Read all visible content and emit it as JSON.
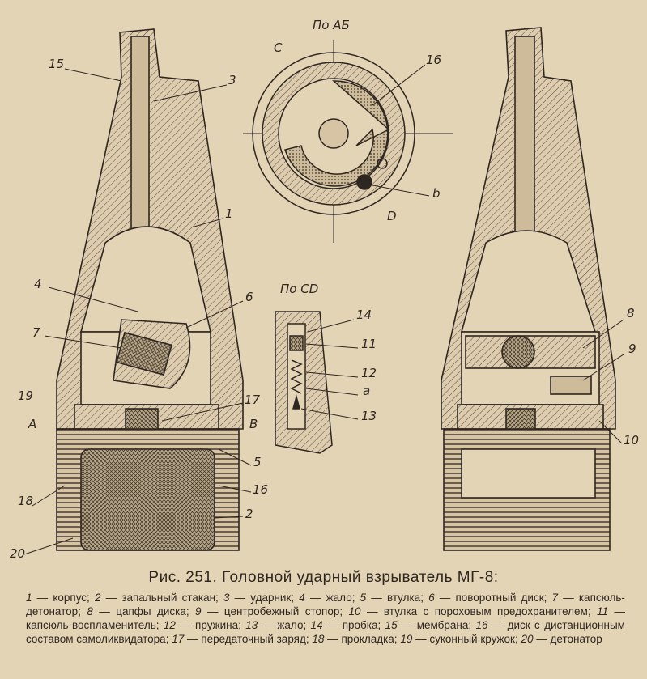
{
  "figure": {
    "view_ab": "По АБ",
    "view_cd": "По CD",
    "left_labels": [
      "15",
      "3",
      "1",
      "4",
      "6",
      "7",
      "19",
      "A",
      "17",
      "B",
      "5",
      "16",
      "18",
      "2",
      "20"
    ],
    "center_labels": [
      "C",
      "16",
      "b",
      "D"
    ],
    "cd_labels": [
      "14",
      "11",
      "12",
      "a",
      "13"
    ],
    "right_labels": [
      "8",
      "9",
      "10"
    ]
  },
  "caption": {
    "title": "Рис. 251. Головной ударный взрыватель МГ-8:",
    "items": [
      {
        "n": "1",
        "t": "корпус;"
      },
      {
        "n": "2",
        "t": "запальный стакан;"
      },
      {
        "n": "3",
        "t": "ударник;"
      },
      {
        "n": "4",
        "t": "жало;"
      },
      {
        "n": "5",
        "t": "втулка;"
      },
      {
        "n": "6",
        "t": "поворотный диск;"
      },
      {
        "n": "7",
        "t": "капсюль-детонатор;"
      },
      {
        "n": "8",
        "t": "цапфы диска;"
      },
      {
        "n": "9",
        "t": "центробежный стопор;"
      },
      {
        "n": "10",
        "t": "втулка с пороховым предохранителем;"
      },
      {
        "n": "11",
        "t": "капсюль-воспламенитель;"
      },
      {
        "n": "12",
        "t": "пружина;"
      },
      {
        "n": "13",
        "t": "жало;"
      },
      {
        "n": "14",
        "t": "пробка;"
      },
      {
        "n": "15",
        "t": "мембрана;"
      },
      {
        "n": "16",
        "t": "диск с дистанционным составом самоликвидатора;"
      },
      {
        "n": "17",
        "t": "передаточный заряд;"
      },
      {
        "n": "18",
        "t": "прокладка;"
      },
      {
        "n": "19",
        "t": "суконный кружок;"
      },
      {
        "n": "20",
        "t": "детонатор"
      }
    ]
  },
  "colors": {
    "paper": "#e4d4b6",
    "ink": "#2e2620"
  }
}
